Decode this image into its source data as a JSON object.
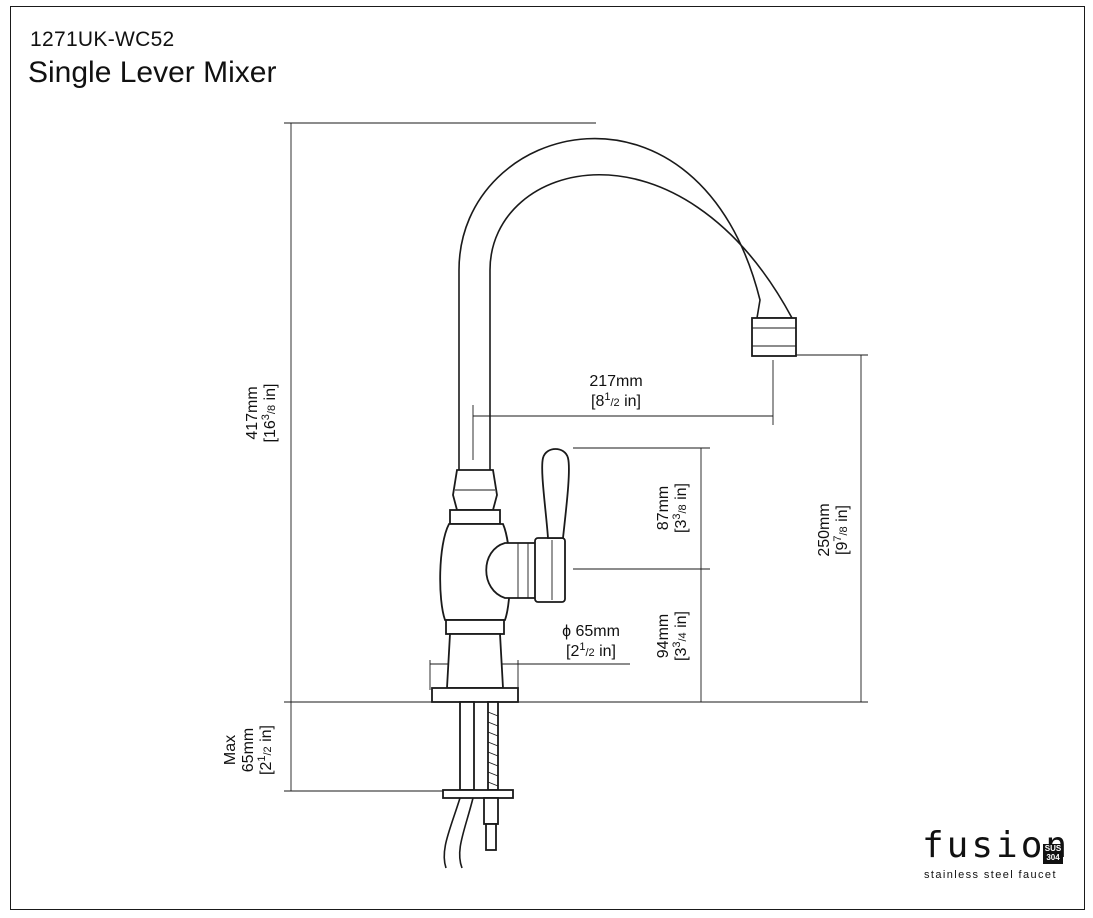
{
  "header": {
    "code": "1271UK-WC52",
    "title": "Single Lever Mixer"
  },
  "dimensions": {
    "height_total": {
      "mm": "417mm",
      "inch": "[16",
      "sup": "3",
      "sub": "/8",
      "unit": " in]"
    },
    "reach": {
      "mm": "217mm",
      "inch": "[8",
      "sup": "1",
      "sub": "/2",
      "unit": " in]"
    },
    "lever_height": {
      "mm": "87mm",
      "inch": "[3",
      "sup": "3",
      "sub": "/8",
      "unit": " in]"
    },
    "spout_height": {
      "mm": "250mm",
      "inch": "[9",
      "sup": "7",
      "sub": "/8",
      "unit": " in]"
    },
    "base_diameter": {
      "mm": "ϕ 65mm",
      "inch": "[2",
      "sup": "1",
      "sub": "/2",
      "unit": " in]"
    },
    "lever_axis_height": {
      "mm": "94mm",
      "inch": "[3",
      "sup": "3",
      "sub": "/4",
      "unit": " in]"
    },
    "max_deck": {
      "label": "Max",
      "mm": "65mm",
      "inch": "[2",
      "sup": "1",
      "sub": "/2",
      "unit": " in]"
    }
  },
  "brand": {
    "word": "fusion",
    "badge_top": "SUS",
    "badge_bottom": "304",
    "tagline": "stainless steel faucet"
  }
}
